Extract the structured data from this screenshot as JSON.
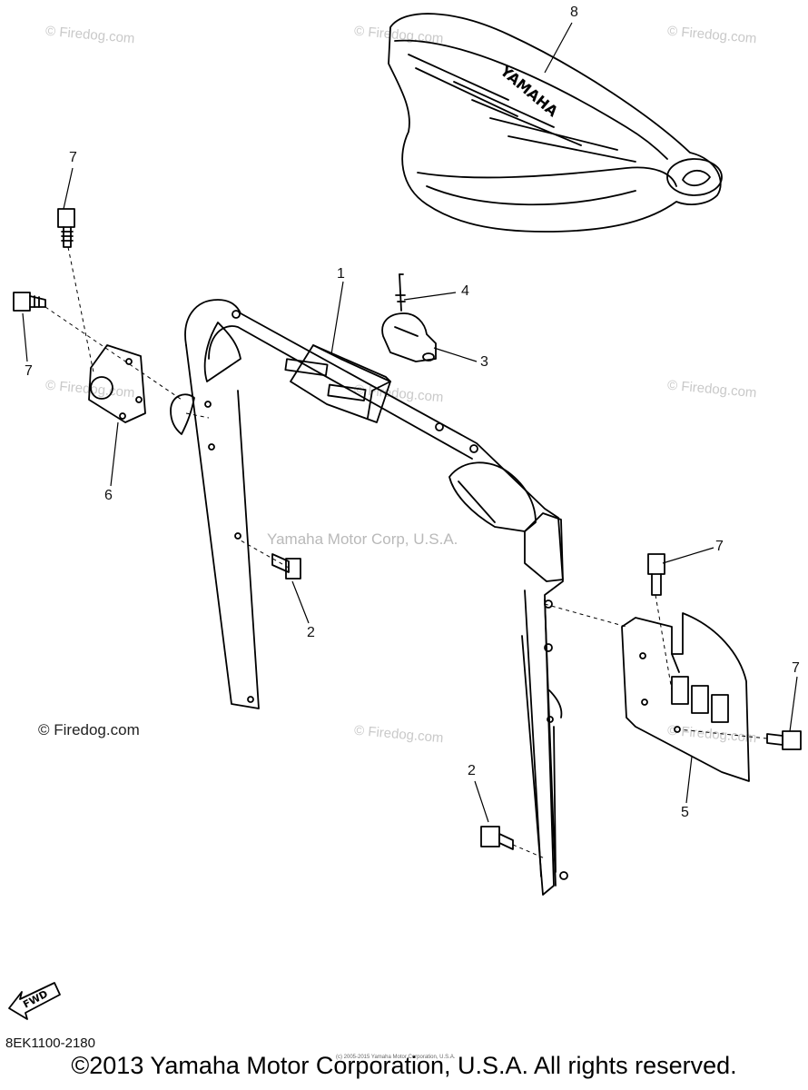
{
  "watermark": "© Firedog.com",
  "copyright_left": "© Firedog.com",
  "corp_watermark": "Yamaha Motor Corp, U.S.A.",
  "seat_brand": "YAMAHA",
  "fwd_label": "FWD",
  "diagram_code": "8EK1100-2180",
  "footer": "©2013 Yamaha Motor Corporation, U.S.A. All rights reserved.",
  "tiny_copyright": "(c) 2005-2015 Yamaha Motor Corporation, U.S.A.",
  "callouts": {
    "seat": "8",
    "bolt_top_left": "7",
    "bolt_left": "7",
    "bracket_left": "6",
    "frame": "1",
    "pin": "4",
    "clip": "3",
    "bolt_mid": "2",
    "bolt_right_top": "7",
    "bolt_right_side": "7",
    "plate": "5",
    "bolt_bottom": "2"
  }
}
